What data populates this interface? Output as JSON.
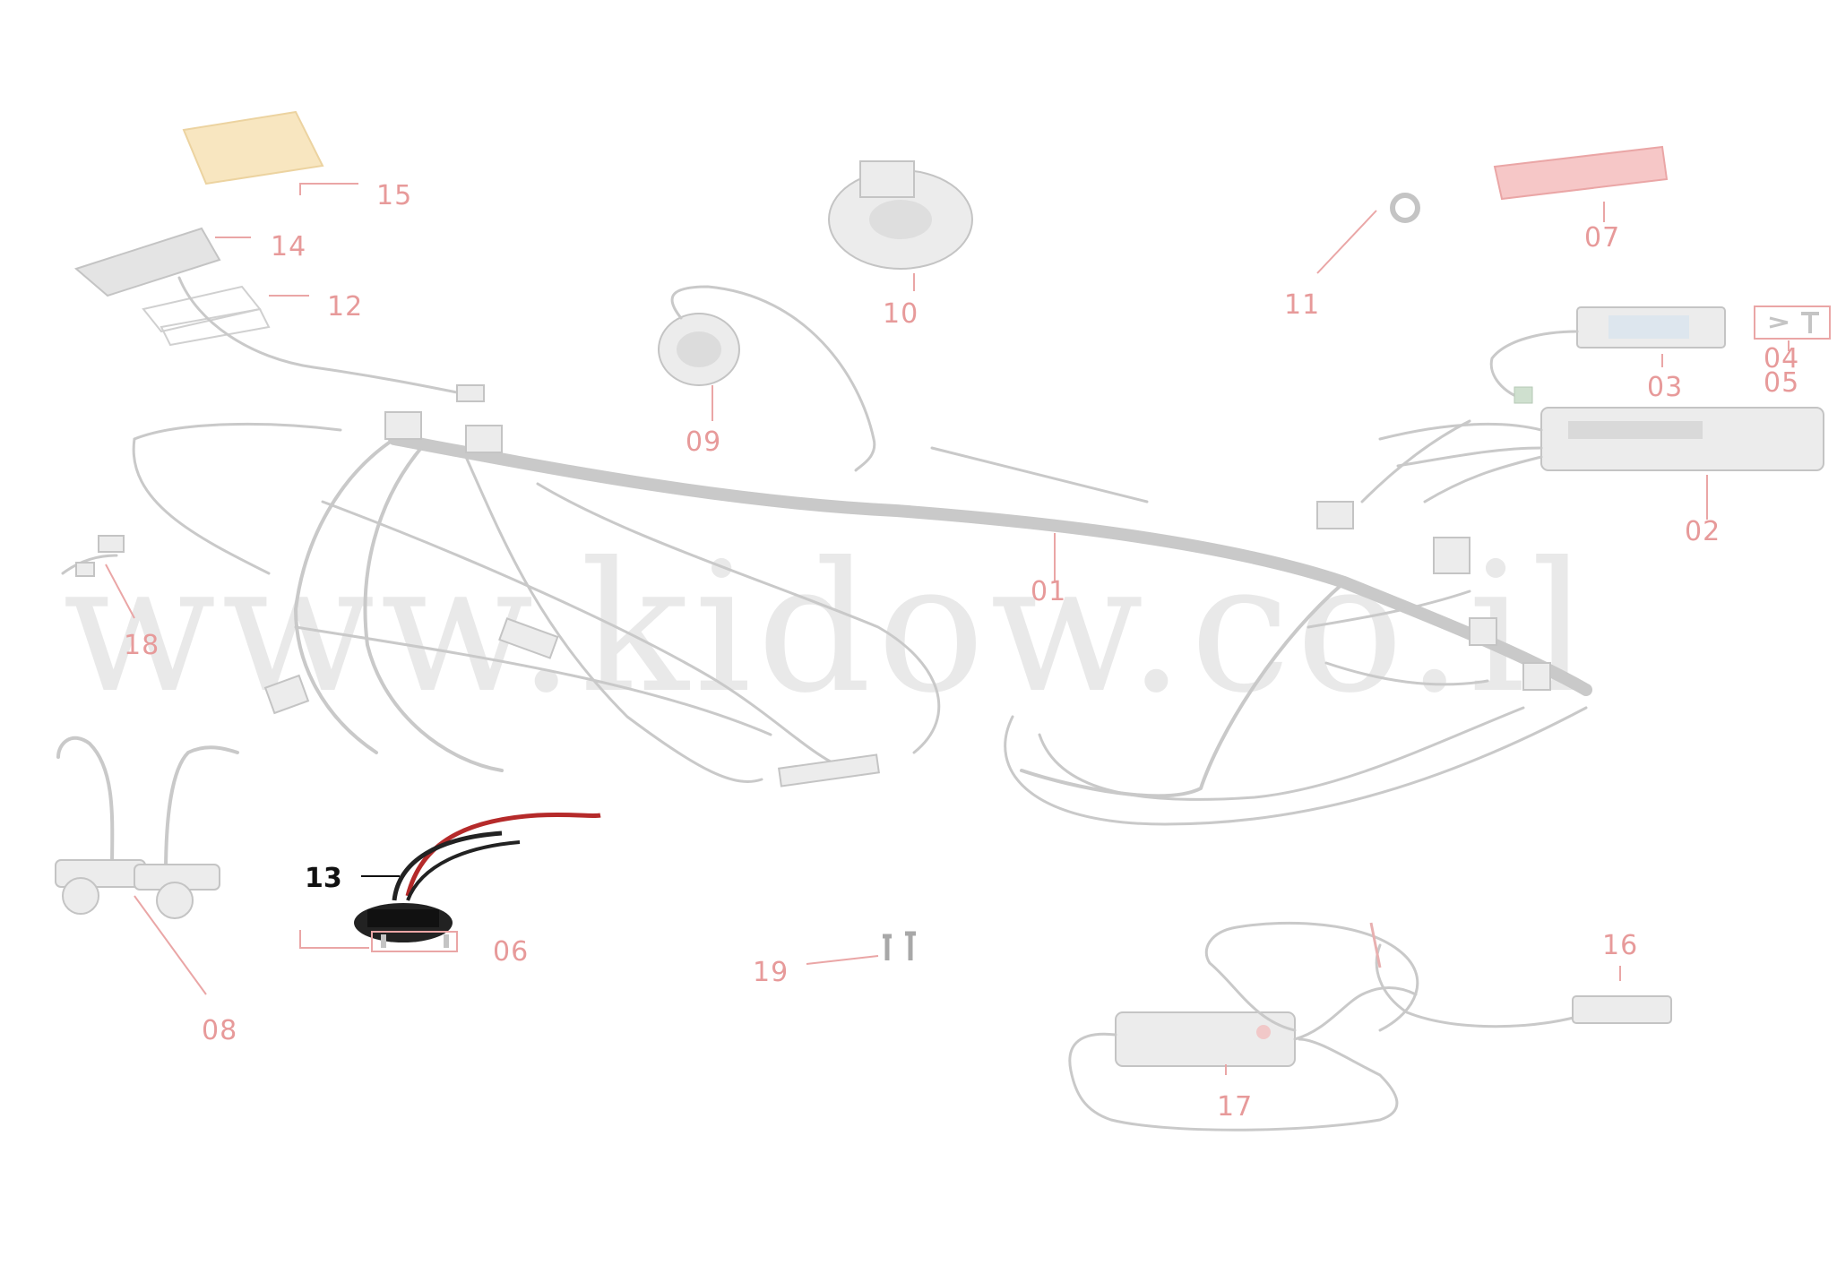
{
  "watermark": "www.kidow.co.il",
  "colors": {
    "callout": "#e79a9a",
    "highlight": "#111111",
    "highlight_wire": "#b52a2a",
    "parts_faded": "#c9c9c9"
  },
  "callouts": [
    {
      "id": "01",
      "label": "01"
    },
    {
      "id": "02",
      "label": "02"
    },
    {
      "id": "03",
      "label": "03"
    },
    {
      "id": "04",
      "label": "04"
    },
    {
      "id": "05",
      "label": "05"
    },
    {
      "id": "06",
      "label": "06"
    },
    {
      "id": "07",
      "label": "07"
    },
    {
      "id": "08",
      "label": "08"
    },
    {
      "id": "09",
      "label": "09"
    },
    {
      "id": "10",
      "label": "10"
    },
    {
      "id": "11",
      "label": "11"
    },
    {
      "id": "12",
      "label": "12"
    },
    {
      "id": "13",
      "label": "13",
      "highlighted": true
    },
    {
      "id": "14",
      "label": "14"
    },
    {
      "id": "15",
      "label": "15"
    },
    {
      "id": "16",
      "label": "16"
    },
    {
      "id": "17",
      "label": "17"
    },
    {
      "id": "18",
      "label": "18"
    },
    {
      "id": "19",
      "label": "19"
    }
  ]
}
